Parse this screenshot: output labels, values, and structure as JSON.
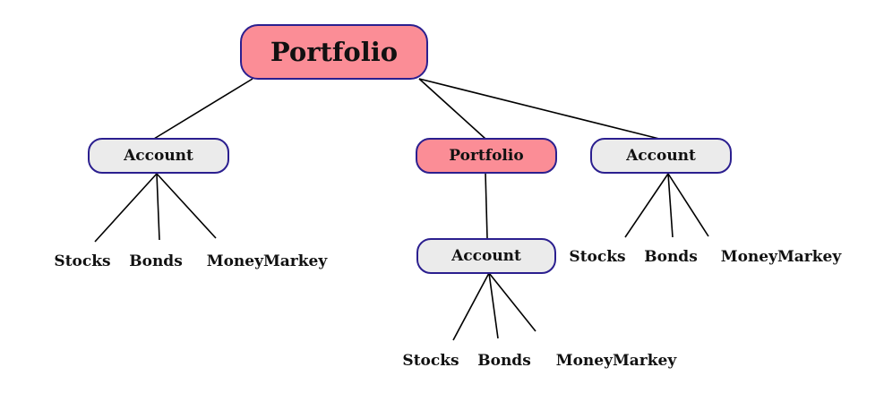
{
  "colors": {
    "portfolio_fill": "#fb8d96",
    "account_fill": "#ebebeb",
    "node_border": "#2b1f8f",
    "edge": "#000000"
  },
  "nodes": {
    "root": "Portfolio",
    "account_left": "Account",
    "portfolio_mid": "Portfolio",
    "account_right": "Account",
    "account_mid": "Account"
  },
  "leaves": {
    "left": [
      "Stocks",
      "Bonds",
      "MoneyMarkey"
    ],
    "right": [
      "Stocks",
      "Bonds",
      "MoneyMarkey"
    ],
    "mid": [
      "Stocks",
      "Bonds",
      "MoneyMarkey"
    ]
  }
}
